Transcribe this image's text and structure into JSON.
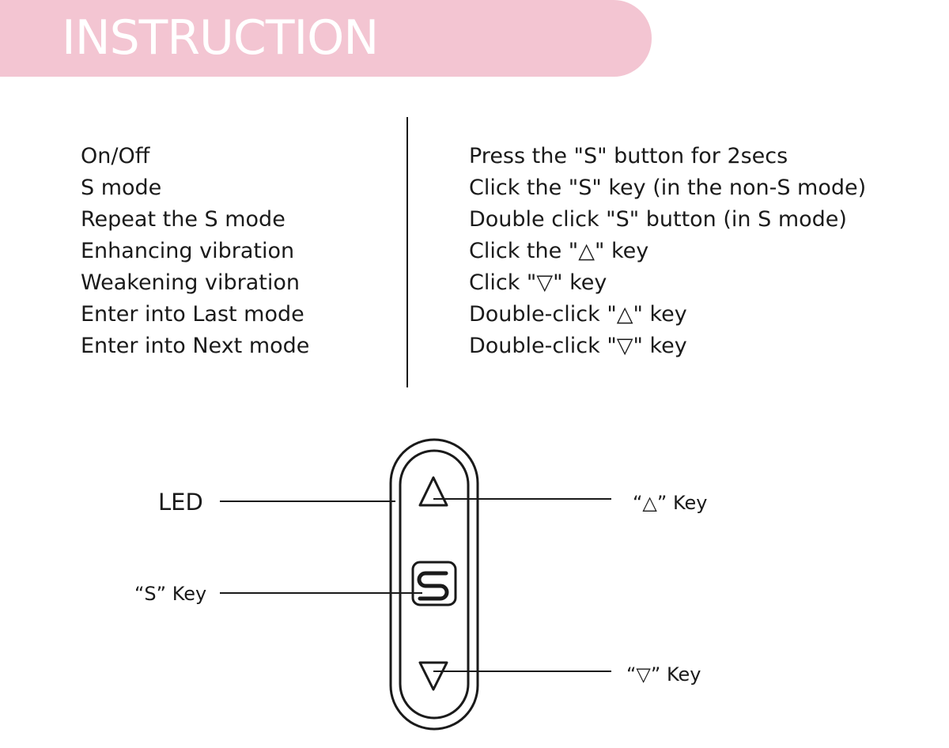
{
  "header": {
    "title": "INSTRUCTION",
    "banner_color": "#f3c5d2"
  },
  "instructions": [
    {
      "function": "On/Off",
      "action": "Press the \"S\" button for 2secs"
    },
    {
      "function": "S mode",
      "action": "Click the \"S\" key (in the non-S mode)"
    },
    {
      "function": "Repeat the S mode",
      "action": "Double click \"S\" button (in S mode)"
    },
    {
      "function": "Enhancing vibration",
      "action": "Click the \"△\" key"
    },
    {
      "function": "Weakening vibration",
      "action": "Click \"▽\" key"
    },
    {
      "function": "Enter into Last mode",
      "action": "Double-click \"△\" key"
    },
    {
      "function": "Enter into Next mode",
      "action": "Double-click \"▽\" key"
    }
  ],
  "diagram": {
    "labels": {
      "led": "LED",
      "s_key": "“S” Key",
      "up_key": "“△” Key",
      "down_key": "“▽” Key"
    },
    "icons": {
      "up": "up-triangle-icon",
      "s": "s-logo-icon",
      "down": "down-triangle-icon"
    }
  }
}
